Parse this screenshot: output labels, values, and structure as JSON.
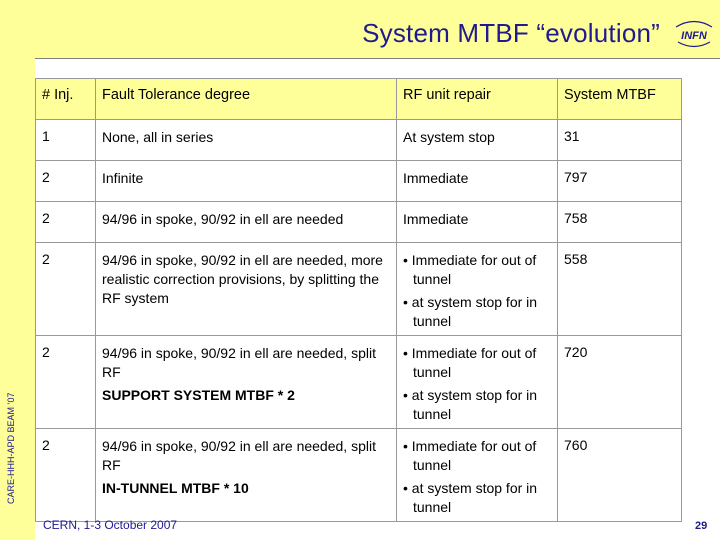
{
  "slide": {
    "title": "System MTBF “evolution”",
    "side_label": "CARE-HHH-APD BEAM ’07",
    "footer": "CERN, 1-3 October 2007",
    "page_number": "29"
  },
  "logo": {
    "text": "INFN"
  },
  "table": {
    "headers": [
      "# Inj.",
      "Fault Tolerance degree",
      "RF unit repair",
      "System MTBF"
    ],
    "rows": [
      {
        "inj": "1",
        "fault": "None, all in series",
        "fault_sub": "",
        "repair": [
          "At system stop"
        ],
        "mtbf": "31"
      },
      {
        "inj": "2",
        "fault": "Infinite",
        "fault_sub": "",
        "repair": [
          "Immediate"
        ],
        "mtbf": "797"
      },
      {
        "inj": "2",
        "fault": "94/96 in spoke, 90/92 in ell are needed",
        "fault_sub": "",
        "repair": [
          "Immediate"
        ],
        "mtbf": "758"
      },
      {
        "inj": "2",
        "fault": "94/96 in spoke, 90/92 in ell are needed, more realistic correction provisions, by splitting the RF system",
        "fault_sub": "",
        "repair": [
          "• Immediate for out of tunnel",
          "• at system stop for in tunnel"
        ],
        "mtbf": "558"
      },
      {
        "inj": "2",
        "fault": "94/96 in spoke, 90/92 in ell are needed, split RF",
        "fault_sub": "SUPPORT SYSTEM MTBF * 2",
        "repair": [
          "• Immediate for out of tunnel",
          "• at system stop for in tunnel"
        ],
        "mtbf": "720"
      },
      {
        "inj": "2",
        "fault": "94/96 in spoke, 90/92 in ell are needed, split RF",
        "fault_sub": "IN-TUNNEL MTBF * 10",
        "repair": [
          "• Immediate for out of tunnel",
          "• at system stop for in tunnel"
        ],
        "mtbf": "760"
      }
    ]
  },
  "colors": {
    "accent_yellow": "#ffff99",
    "title_blue": "#1f1a8f",
    "grid_gray": "#999999"
  }
}
